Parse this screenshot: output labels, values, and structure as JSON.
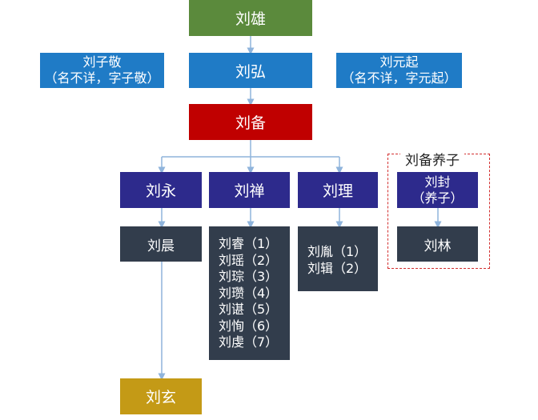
{
  "colors": {
    "green": "#5b8a3c",
    "blue": "#1f7bc6",
    "red": "#c00000",
    "navy": "#2d2a8c",
    "dark": "#323d4c",
    "gold": "#c49a16",
    "line": "#8fb4dc",
    "dashed": "#d32f2f"
  },
  "nodes": {
    "liu_xiong": "刘雄",
    "liu_zijing": {
      "line1": "刘子敬",
      "line2": "（名不详，字子敬）"
    },
    "liu_hong": "刘弘",
    "liu_yuanqi": {
      "line1": "刘元起",
      "line2": "（名不详，字元起）"
    },
    "liu_bei": "刘备",
    "liu_yong": "刘永",
    "liu_shan": "刘禅",
    "liu_li": "刘理",
    "liu_feng": {
      "line1": "刘封",
      "line2": "（养子）"
    },
    "liu_chen": "刘晨",
    "liu_shan_sons": [
      "刘睿（1）",
      "刘瑶（2）",
      "刘琮（3）",
      "刘瓒（4）",
      "刘谌（5）",
      "刘恂（6）",
      "刘虔（7）"
    ],
    "liu_li_sons": [
      "刘胤（1）",
      "刘辑（2）"
    ],
    "liu_lin": "刘林",
    "liu_xuan": "刘玄"
  },
  "adopted_group_label": "刘备养子"
}
